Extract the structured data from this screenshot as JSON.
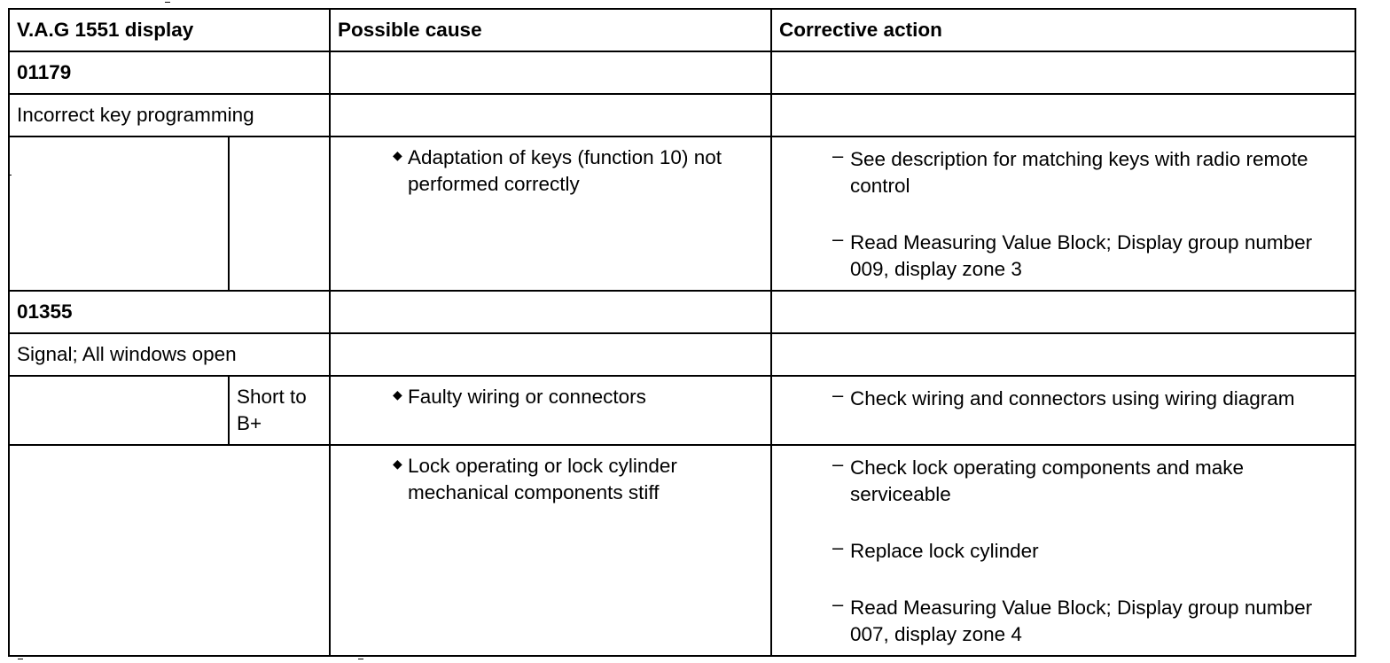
{
  "table": {
    "headers": {
      "display": "V.A.G 1551 display",
      "cause": "Possible cause",
      "action": "Corrective action"
    },
    "fault1": {
      "code": "01179",
      "description": "Incorrect key programming",
      "causes": [
        "Adaptation of keys (function 10) not performed correctly"
      ],
      "actions": [
        "See description for matching keys with radio remote control",
        "Read Measuring Value Block; Display group number 009, display zone 3"
      ]
    },
    "fault2": {
      "code": "01355",
      "description": "Signal; All windows open",
      "condition": "Short to B+",
      "causes_a": [
        "Faulty wiring or connectors"
      ],
      "actions_a": [
        "Check wiring and connectors using wiring diagram"
      ],
      "causes_b": [
        "Lock operating or lock cylinder mechanical components stiff"
      ],
      "actions_b": [
        "Check lock operating components and make serviceable",
        "Replace lock cylinder",
        "Read Measuring Value Block; Display group number 007, display zone 4"
      ]
    },
    "bullet_glyph": "◆",
    "dash_glyph": "–"
  }
}
